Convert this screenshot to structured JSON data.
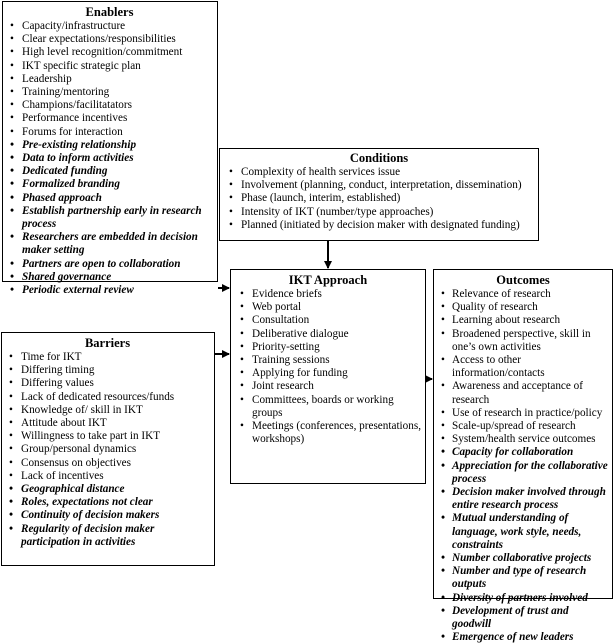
{
  "enablers": {
    "title": "Enablers",
    "items": [
      {
        "text": "Capacity/infrastructure",
        "italic": false
      },
      {
        "text": "Clear expectations/responsibilities",
        "italic": false
      },
      {
        "text": "High level recognition/commitment",
        "italic": false
      },
      {
        "text": "IKT specific strategic plan",
        "italic": false
      },
      {
        "text": "Leadership",
        "italic": false
      },
      {
        "text": "Training/mentoring",
        "italic": false
      },
      {
        "text": "Champions/facilitatators",
        "italic": false
      },
      {
        "text": "Performance incentives",
        "italic": false
      },
      {
        "text": "Forums for interaction",
        "italic": false
      },
      {
        "text": "Pre-existing relationship",
        "italic": true
      },
      {
        "text": "Data to inform activities",
        "italic": true
      },
      {
        "text": "Dedicated funding",
        "italic": true
      },
      {
        "text": "Formalized branding",
        "italic": true
      },
      {
        "text": "Phased approach",
        "italic": true
      },
      {
        "text": "Establish partnership early in research process",
        "italic": true
      },
      {
        "text": "Researchers are embedded in decision maker setting",
        "italic": true
      },
      {
        "text": "Partners are open to collaboration",
        "italic": true
      },
      {
        "text": "Shared governance",
        "italic": true
      },
      {
        "text": "Periodic external review",
        "italic": true
      }
    ]
  },
  "conditions": {
    "title": "Conditions",
    "items": [
      {
        "text": "Complexity of health services issue",
        "italic": false
      },
      {
        "text": "Involvement (planning, conduct, interpretation, dissemination)",
        "italic": false
      },
      {
        "text": "Phase (launch, interim, established)",
        "italic": false
      },
      {
        "text": "Intensity of IKT (number/type approaches)",
        "italic": false
      },
      {
        "text": "Planned (initiated by decision maker with designated funding)",
        "italic": false
      }
    ]
  },
  "ikt_approach": {
    "title": "IKT Approach",
    "items": [
      {
        "text": "Evidence briefs",
        "italic": false
      },
      {
        "text": "Web portal",
        "italic": false
      },
      {
        "text": "Consultation",
        "italic": false
      },
      {
        "text": "Deliberative dialogue",
        "italic": false
      },
      {
        "text": "Priority-setting",
        "italic": false
      },
      {
        "text": "Training sessions",
        "italic": false
      },
      {
        "text": "Applying for funding",
        "italic": false
      },
      {
        "text": "Joint research",
        "italic": false
      },
      {
        "text": "Committees, boards or working groups",
        "italic": false
      },
      {
        "text": "Meetings (conferences, presentations, workshops)",
        "italic": false
      }
    ]
  },
  "barriers": {
    "title": "Barriers",
    "items": [
      {
        "text": "Time for IKT",
        "italic": false
      },
      {
        "text": "Differing timing",
        "italic": false
      },
      {
        "text": "Differing values",
        "italic": false
      },
      {
        "text": "Lack of dedicated resources/funds",
        "italic": false
      },
      {
        "text": "Knowledge of/ skill in IKT",
        "italic": false
      },
      {
        "text": "Attitude about IKT",
        "italic": false
      },
      {
        "text": "Willingness to take part in IKT",
        "italic": false
      },
      {
        "text": "Group/personal dynamics",
        "italic": false
      },
      {
        "text": "Consensus on objectives",
        "italic": false
      },
      {
        "text": "Lack of incentives",
        "italic": false
      },
      {
        "text": "Geographical distance",
        "italic": true
      },
      {
        "text": "Roles, expectations not clear",
        "italic": true
      },
      {
        "text": "Continuity of decision  makers",
        "italic": true
      },
      {
        "text": "Regularity of decision maker participation in activities",
        "italic": true
      }
    ]
  },
  "outcomes": {
    "title": "Outcomes",
    "items": [
      {
        "text": "Relevance of research",
        "italic": false
      },
      {
        "text": "Quality of research",
        "italic": false
      },
      {
        "text": "Learning about research",
        "italic": false
      },
      {
        "text": "Broadened perspective, skill in one’s own activities",
        "italic": false
      },
      {
        "text": "Access to other information/contacts",
        "italic": false
      },
      {
        "text": "Awareness and acceptance of research",
        "italic": false
      },
      {
        "text": "Use of research in practice/policy",
        "italic": false
      },
      {
        "text": "Scale-up/spread of research",
        "italic": false
      },
      {
        "text": "System/health service outcomes",
        "italic": false
      },
      {
        "text": "Capacity for collaboration",
        "italic": true
      },
      {
        "text": "Appreciation for the collaborative process",
        "italic": true
      },
      {
        "text": "Decision maker involved through entire research process",
        "italic": true
      },
      {
        "text": "Mutual understanding of language, work style, needs, constraints",
        "italic": true
      },
      {
        "text": "Number collaborative projects",
        "italic": true
      },
      {
        "text": "Number and type of research outputs",
        "italic": true
      },
      {
        "text": "Diversity of partners involved",
        "italic": true
      },
      {
        "text": "Development of trust and goodwill",
        "italic": true
      },
      {
        "text": "Emergence of new leaders",
        "italic": true
      }
    ]
  }
}
